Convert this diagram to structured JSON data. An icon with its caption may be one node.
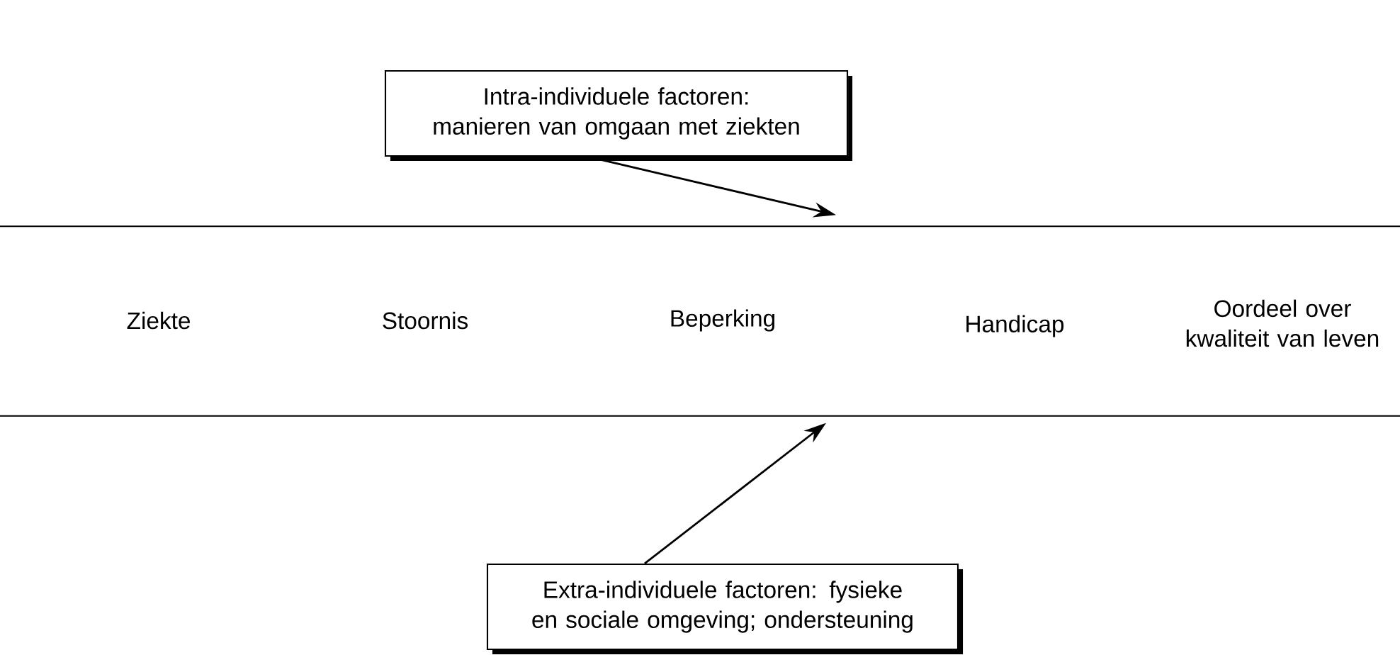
{
  "diagram": {
    "nodes": [
      {
        "text": [
          "Intra-individuele factoren: manieren van omgaan met ziekten"
        ]
      },
      {
        "text": [],
        "shape": "band"
      },
      {
        "text": [
          "Ziekte"
        ],
        "in": 1
      },
      {
        "text": [
          "Stoornis"
        ],
        "in": 1
      },
      {
        "text": [
          "Beperking"
        ],
        "in": 1
      },
      {
        "text": [
          "Handicap"
        ],
        "in": 1
      },
      {
        "text": [
          "Oordeel over kwaliteit van leven"
        ],
        "in": 1
      },
      {
        "text": [
          "Extra-individuele factoren: fysieke en sociale omgeving; ondersteuning"
        ]
      }
    ],
    "edges": [
      {
        "from": 0,
        "to": 1,
        "arrow": "to"
      },
      {
        "from": 7,
        "to": 1,
        "arrow": "to"
      }
    ]
  }
}
